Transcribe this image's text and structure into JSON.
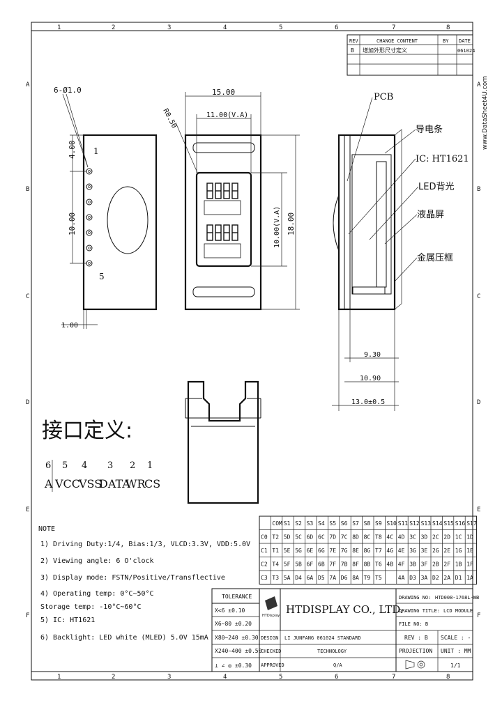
{
  "frame": {
    "columns": [
      "1",
      "2",
      "3",
      "4",
      "5",
      "6",
      "7",
      "8"
    ],
    "rows": [
      "A",
      "B",
      "C",
      "D",
      "E",
      "F"
    ]
  },
  "revision_table": {
    "headers": [
      "REV",
      "CHANGE CONTENT",
      "BY",
      "DATE"
    ],
    "rows": [
      [
        "B",
        "增加外形尺寸定义",
        "",
        "061024"
      ]
    ]
  },
  "watermark": "www.DataSheet4U.com",
  "dimensions": {
    "hole": "6-Ø1.0",
    "pin_pitch": "4.00",
    "pin_span": "10.00",
    "pin_first": "1",
    "pin_last": "5",
    "edge": "1.00",
    "width": "15.00",
    "view_area_w": "11.00(V.A)",
    "radius": "R0.50",
    "view_area_h": "10.00(V.A)",
    "height": "18.00",
    "thick1": "9.30",
    "thick2": "10.90",
    "thick3": "13.0±0.5"
  },
  "labels": {
    "pcb": "PCB",
    "zebra": "导电条",
    "ic": "IC: HT1621",
    "led": "LED背光",
    "lcd": "液晶屏",
    "frame": "金属压框"
  },
  "interface": {
    "title": "接口定义:",
    "numbers": [
      "6",
      "5",
      "4",
      "3",
      "2",
      "1"
    ],
    "names": [
      "A",
      "VCC",
      "VSS",
      "DATA",
      "WR",
      "CS"
    ]
  },
  "notes": {
    "heading": "NOTE",
    "items": [
      "1) Driving Duty:1/4, Bias:1/3, VLCD:3.3V, VDD:5.0V",
      "2) Viewing angle: 6 O'clock",
      "3) Display mode: FSTN/Positive/Transflective",
      "4) Operating temp: 0°C~50°C",
      "   Storage temp: -10°C~60°C",
      "5) IC: HT1621",
      "6) Backlight: LED white (MLED) 5.0V 15mA"
    ]
  },
  "segment_table": {
    "headers": [
      "",
      "COM",
      "S1",
      "S2",
      "S3",
      "S4",
      "S5",
      "S6",
      "S7",
      "S8",
      "S9",
      "S10",
      "S11",
      "S12",
      "S13",
      "S14",
      "S15",
      "S16",
      "S17"
    ],
    "rows": [
      [
        "C0",
        "T2",
        "5D",
        "5C",
        "6D",
        "6C",
        "7D",
        "7C",
        "8D",
        "8C",
        "T8",
        "4C",
        "4D",
        "3C",
        "3D",
        "2C",
        "2D",
        "1C",
        "1D"
      ],
      [
        "C1",
        "T1",
        "5E",
        "5G",
        "6E",
        "6G",
        "7E",
        "7G",
        "8E",
        "8G",
        "T7",
        "4G",
        "4E",
        "3G",
        "3E",
        "2G",
        "2E",
        "1G",
        "1E"
      ],
      [
        "C2",
        "T4",
        "5F",
        "5B",
        "6F",
        "6B",
        "7F",
        "7B",
        "8F",
        "8B",
        "T6",
        "4B",
        "4F",
        "3B",
        "3F",
        "2B",
        "2F",
        "1B",
        "1F"
      ],
      [
        "C3",
        "T3",
        "5A",
        "D4",
        "6A",
        "D5",
        "7A",
        "D6",
        "8A",
        "T9",
        "T5",
        "",
        "4A",
        "D3",
        "3A",
        "D2",
        "2A",
        "D1",
        "1A"
      ]
    ]
  },
  "title_block": {
    "tolerance_title": "TOLERANCE",
    "tolerances": [
      "X<6 ±0.10",
      "X6~80 ±0.20",
      "X80~240 ±0.30",
      "X240~400 ±0.50"
    ],
    "angle": "⊥ ∠ ◎ ±0.30",
    "logo_text": "HTDisplay",
    "company": "HTDISPLAY CO., LTD.",
    "drawing_no_label": "DRAWING NO:",
    "drawing_no": "HTD008-1768L-WB",
    "drawing_title_label": "DRAWING TITLE:",
    "drawing_title": "LCD MODULE",
    "file_no": "FILE NO: B",
    "design_label": "DESIGN",
    "design_value": "LI JUNFANG  061024 STANDARD",
    "checked_label": "CHECKED",
    "checked_value": "TECHNOLOGY",
    "approved_label": "APPROVED",
    "approved_value": "Q/A",
    "rev": "REV : B",
    "scale": "SCALE : -",
    "projection": "PROJECTION",
    "unit": "UNIT : MM",
    "sheet": "1/1"
  }
}
